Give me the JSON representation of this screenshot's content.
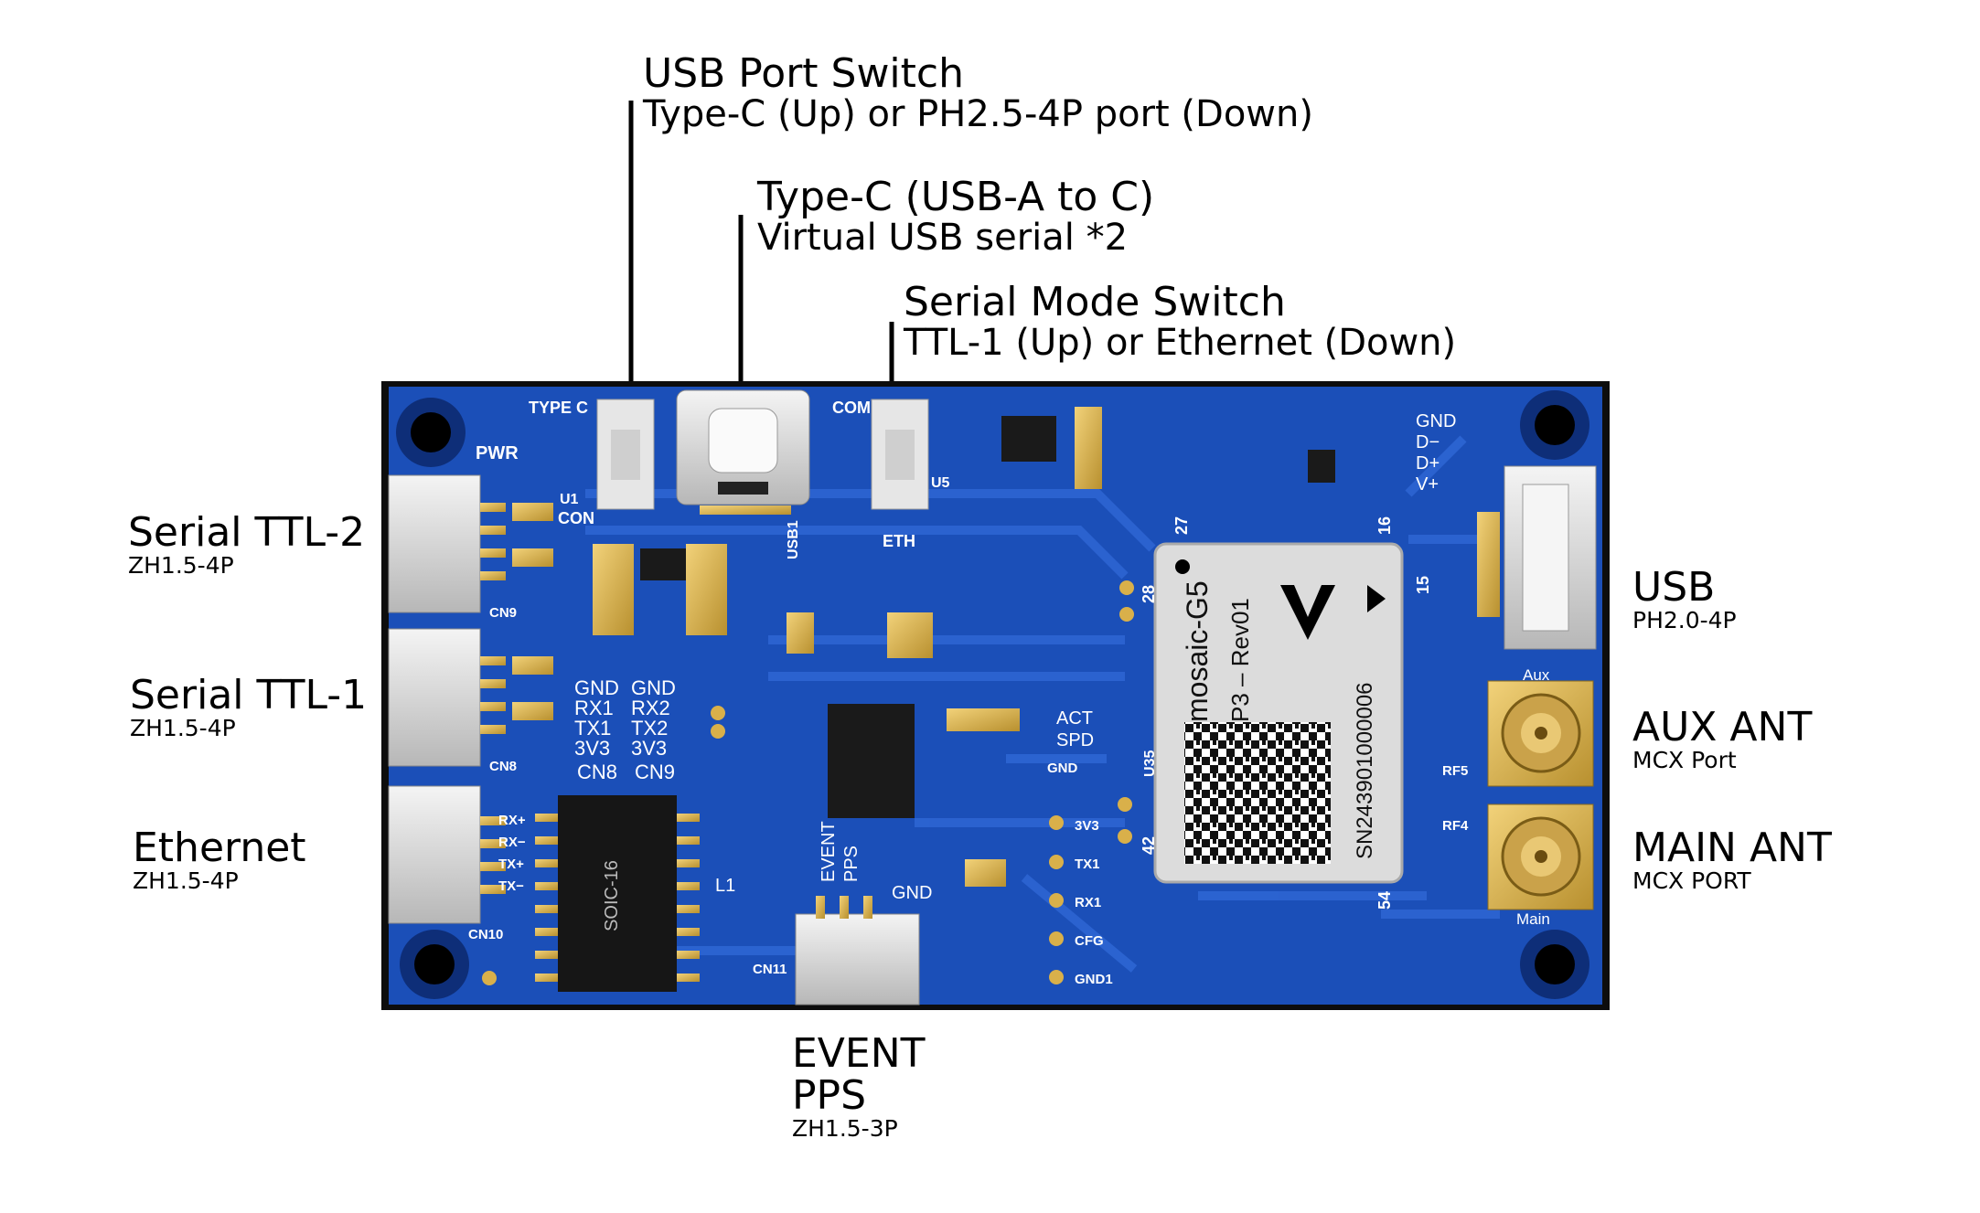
{
  "callouts": {
    "usb_port_switch": {
      "title": "USB Port Switch",
      "sub": "Type-C (Up) or PH2.5-4P port (Down)"
    },
    "type_c": {
      "title": "Type-C (USB-A to C)",
      "sub": "Virtual USB serial *2"
    },
    "serial_mode_switch": {
      "title": "Serial Mode Switch",
      "sub": "TTL-1 (Up) or Ethernet (Down)"
    },
    "serial_ttl2": {
      "title": "Serial TTL-2",
      "sub": "ZH1.5-4P"
    },
    "serial_ttl1": {
      "title": "Serial TTL-1",
      "sub": "ZH1.5-4P"
    },
    "ethernet": {
      "title": "Ethernet",
      "sub": "ZH1.5-4P"
    },
    "usb": {
      "title": "USB",
      "sub": "PH2.0-4P"
    },
    "aux_ant": {
      "title": "AUX ANT",
      "sub": "MCX Port"
    },
    "main_ant": {
      "title": "MAIN ANT",
      "sub": "MCX PORT"
    },
    "event_pps": {
      "title1": "EVENT",
      "title2": "PPS",
      "sub": "ZH1.5-3P"
    }
  },
  "board": {
    "silk": {
      "pwr": "PWR",
      "type_c": "TYPE C",
      "con": "CON",
      "u1": "U1",
      "usb1": "USB1",
      "com": "COM",
      "eth": "ETH",
      "u5": "U5",
      "gnd": "GND",
      "dminus": "D−",
      "dplus": "D+",
      "vplus": "V+",
      "cn9": "CN9",
      "cn8": "CN8",
      "cn10": "CN10",
      "cn11": "CN11",
      "cn8_pins": [
        "GND",
        "RX1",
        "TX1",
        "3V3"
      ],
      "cn8_label": "CN8",
      "cn9_pins": [
        "GND",
        "RX2",
        "TX2",
        "3V3"
      ],
      "cn9_label": "CN9",
      "act": "ACT",
      "spd": "SPD",
      "eth_pins": [
        "RX+",
        "RX−",
        "TX+",
        "TX−"
      ],
      "soic": "SOIC-16",
      "l1": "L1",
      "event": "EVENT",
      "pps": "PPS",
      "gnd_b": "GND",
      "tp_gnd": "GND",
      "tp_3v3": "3V3",
      "tp_tx1": "TX1",
      "tp_rx1": "RX1",
      "tp_cfg": "CFG",
      "tp_gnd1": "GND1",
      "u35": "U35",
      "n27": "27",
      "n16": "16",
      "n28": "28",
      "n15": "15",
      "n42": "42",
      "n54": "54",
      "aux": "Aux",
      "main": "Main",
      "rf5": "RF5",
      "rf4": "RF4"
    },
    "module": {
      "brand": "mosaic-G5",
      "rev": "P3 – Rev01",
      "serial": "SN243901000006"
    }
  }
}
